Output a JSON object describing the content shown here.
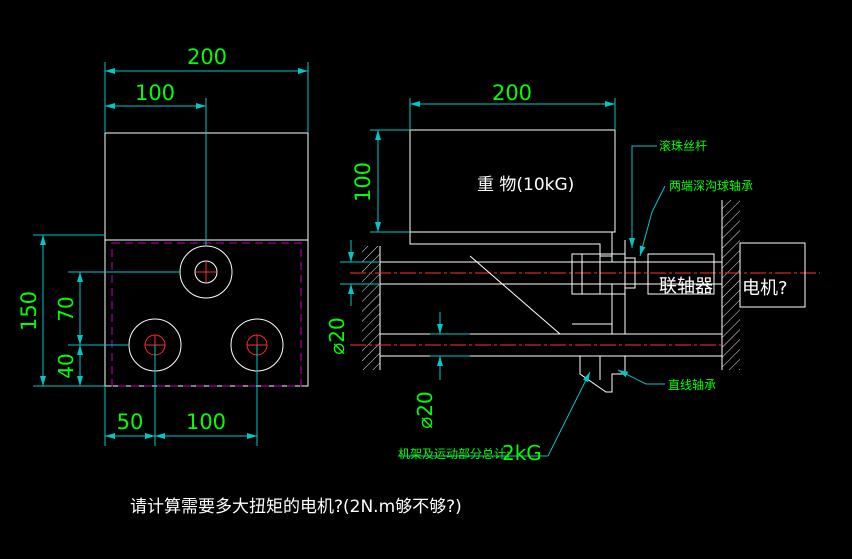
{
  "front_view": {
    "dim_width_total": "200",
    "dim_hole_offset": "100",
    "dim_height_total": "150",
    "dim_hole_vertical_1": "70",
    "dim_hole_vertical_2": "40",
    "dim_hole_horizontal_1": "50",
    "dim_hole_horizontal_2": "100"
  },
  "side_view": {
    "dim_weight_width": "200",
    "dim_weight_height": "100",
    "weight_label": "重  物(10kG)",
    "coupling_label": "联轴器",
    "motor_label": "电机?",
    "shaft_diameter_upper": "⌀20",
    "shaft_diameter_lower": "⌀20",
    "callout_ball_screw": "滚珠丝杆",
    "callout_end_bearing": "两端深沟球轴承",
    "callout_linear_bearing": "直线轴承",
    "callout_frame_weight_prefix": "机架及运动部分总计:",
    "callout_frame_weight_value": "2kG"
  },
  "question": "请计算需要多大扭矩的电机?(2N.m够不够?)",
  "colors": {
    "background": "#000000",
    "outline": "#ffffff",
    "dimension_line": "#00c8c8",
    "dimension_text": "#00ff00",
    "center_line": "#ff2a2a",
    "hidden_line": "#c000c0"
  }
}
